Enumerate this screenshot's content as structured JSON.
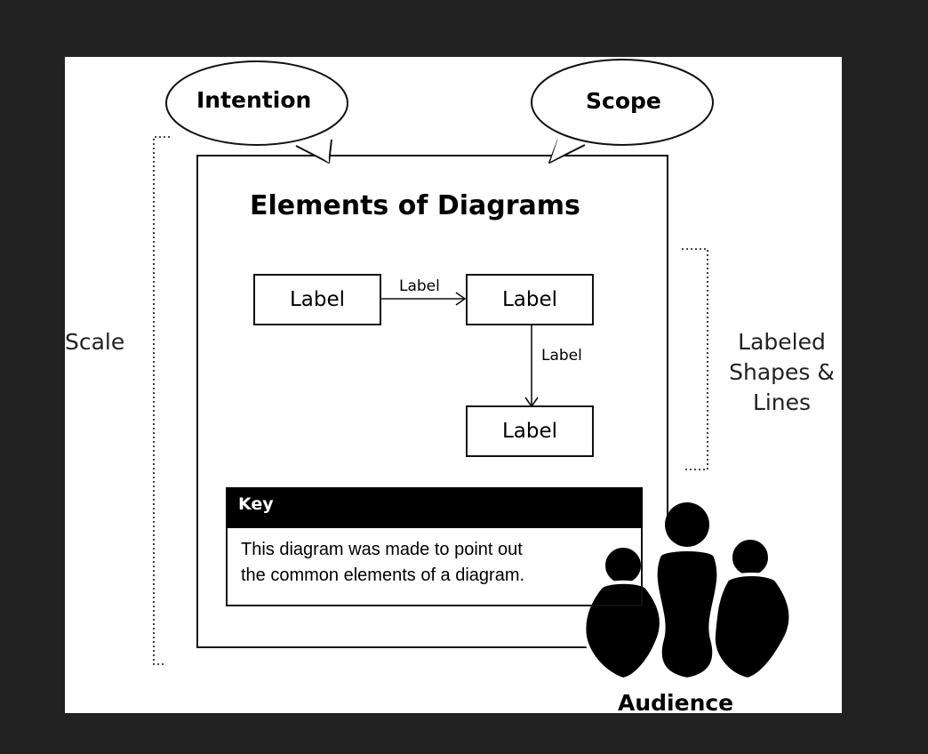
{
  "diagram": {
    "title": "Elements of Diagrams",
    "bubbles": {
      "intention": "Intention",
      "scope": "Scope"
    },
    "nodes": [
      {
        "id": "n1",
        "label": "Label"
      },
      {
        "id": "n2",
        "label": "Label"
      },
      {
        "id": "n3",
        "label": "Label"
      }
    ],
    "edges": [
      {
        "from": "n1",
        "to": "n2",
        "label": "Label"
      },
      {
        "from": "n2",
        "to": "n3",
        "label": "Label"
      }
    ],
    "key": {
      "title": "Key",
      "line1": "This diagram was made to point out",
      "line2": "the common elements of a diagram."
    },
    "annotations": {
      "scale": "Scale",
      "labeled_line1": "Labeled",
      "labeled_line2": "Shapes &",
      "labeled_line3": "Lines",
      "audience": "Audience"
    },
    "colors": {
      "background": "#222222",
      "canvas": "#ffffff",
      "ink": "#000000"
    },
    "icons": [
      "speech-bubble-icon",
      "people-group-icon"
    ]
  }
}
